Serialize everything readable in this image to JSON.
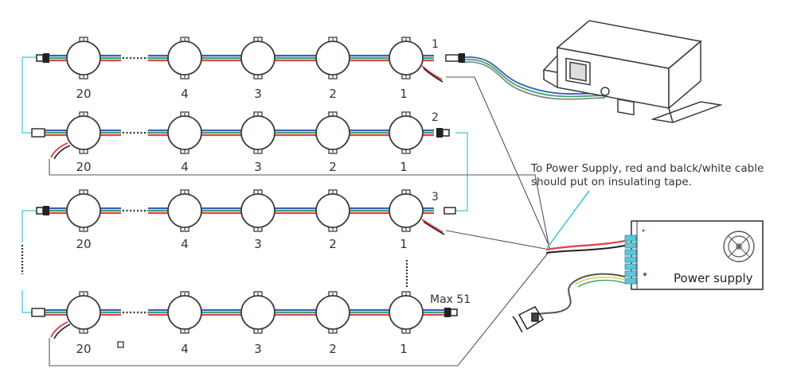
{
  "rows": [
    {
      "number_labels": [
        "20",
        "4",
        "3",
        "2",
        "1"
      ],
      "row_label": "1"
    },
    {
      "number_labels": [
        "20",
        "4",
        "3",
        "2",
        "1"
      ],
      "row_label": "2"
    },
    {
      "number_labels": [
        "20",
        "4",
        "3",
        "2",
        "1"
      ],
      "row_label": "3"
    },
    {
      "number_labels": [
        "20",
        "4",
        "3",
        "2",
        "1"
      ],
      "row_label": "Max 51"
    }
  ],
  "note": {
    "line1": "To Power Supply, red and balck/white cable",
    "line2": "should put on insulating tape."
  },
  "power_supply_label": "Power supply",
  "colors": {
    "outline": "#3a3a3a",
    "wire_blue": "#3b5fbf",
    "wire_green": "#3aa76d",
    "wire_red": "#e0474c",
    "accent_cyan": "#3ec3d8",
    "terminal_cyan": "#5cc7dc"
  },
  "icons": {
    "pixel_module": "round-led-pixel-icon",
    "connector": "connector-plug-icon",
    "controller": "led-controller-box-icon",
    "power_supply": "power-supply-unit-icon",
    "mains_plug": "mains-plug-icon"
  }
}
